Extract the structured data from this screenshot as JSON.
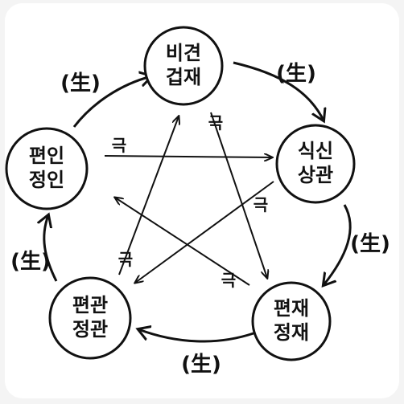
{
  "diagram": {
    "nodes": [
      {
        "id": "top",
        "line1": "비견",
        "line2": "겁재"
      },
      {
        "id": "right",
        "line1": "식신",
        "line2": "상관"
      },
      {
        "id": "bottom-right",
        "line1": "편재",
        "line2": "정재"
      },
      {
        "id": "bottom-left",
        "line1": "편관",
        "line2": "정관"
      },
      {
        "id": "left",
        "line1": "편인",
        "line2": "정인"
      }
    ],
    "generating_label": "(生)",
    "controlling_label": "극",
    "colors": {
      "stroke": "#111111",
      "fill": "#ffffff",
      "background": "#ffffff"
    }
  }
}
